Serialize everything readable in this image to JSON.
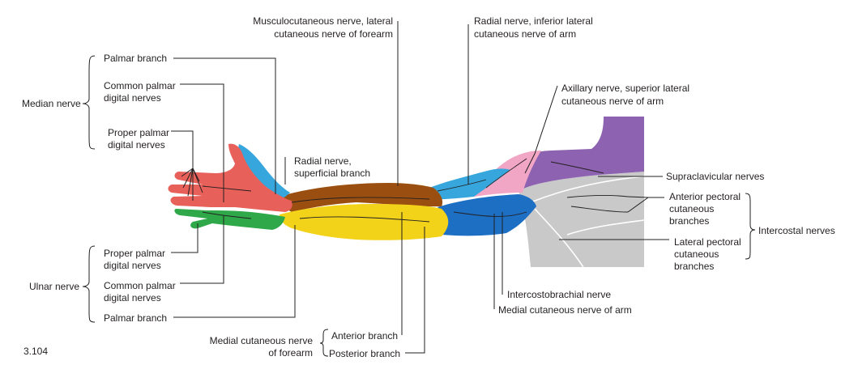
{
  "figure_number": "3.104",
  "colors": {
    "median": "#e8605a",
    "ulnar": "#2fa84a",
    "radial_superficial": "#36a6dc",
    "musculocutaneous": "#9a4f10",
    "medial_cutaneous_forearm": "#f2d319",
    "medial_cutaneous_arm": "#1d6fc4",
    "radial_inferior_lateral": "#36a6dc",
    "axillary": "#f2a6c6",
    "supraclavicular": "#8d62b0",
    "intercostal": "#c9c9c9",
    "lines": "#231f20"
  },
  "labels": {
    "median_nerve": "Median nerve",
    "median_palmar_branch": "Palmar branch",
    "median_common_palmar_1": "Common palmar",
    "median_common_palmar_2": "digital nerves",
    "median_proper_palmar_1": "Proper palmar",
    "median_proper_palmar_2": "digital nerves",
    "ulnar_nerve": "Ulnar nerve",
    "ulnar_proper_palmar_1": "Proper palmar",
    "ulnar_proper_palmar_2": "digital nerves",
    "ulnar_common_palmar_1": "Common palmar",
    "ulnar_common_palmar_2": "digital nerves",
    "ulnar_palmar_branch": "Palmar branch",
    "musculocutaneous_1": "Musculocutaneous nerve, lateral",
    "musculocutaneous_2": "cutaneous nerve of forearm",
    "radial_superficial_1": "Radial nerve,",
    "radial_superficial_2": "superficial branch",
    "radial_inferior_1": "Radial nerve, inferior lateral",
    "radial_inferior_2": "cutaneous nerve of arm",
    "axillary_1": "Axillary nerve, superior lateral",
    "axillary_2": "cutaneous nerve of arm",
    "supraclavicular": "Supraclavicular nerves",
    "anterior_pectoral_1": "Anterior pectoral",
    "anterior_pectoral_2": "cutaneous",
    "anterior_pectoral_3": "branches",
    "lateral_pectoral_1": "Lateral pectoral",
    "lateral_pectoral_2": "cutaneous",
    "lateral_pectoral_3": "branches",
    "intercostal_nerves": "Intercostal nerves",
    "intercostobrachial": "Intercostobrachial nerve",
    "medial_cutaneous_arm": "Medial cutaneous nerve of arm",
    "medial_cutaneous_forearm_1": "Medial cutaneous nerve",
    "medial_cutaneous_forearm_2": "of forearm",
    "anterior_branch": "Anterior branch",
    "posterior_branch": "Posterior branch"
  }
}
